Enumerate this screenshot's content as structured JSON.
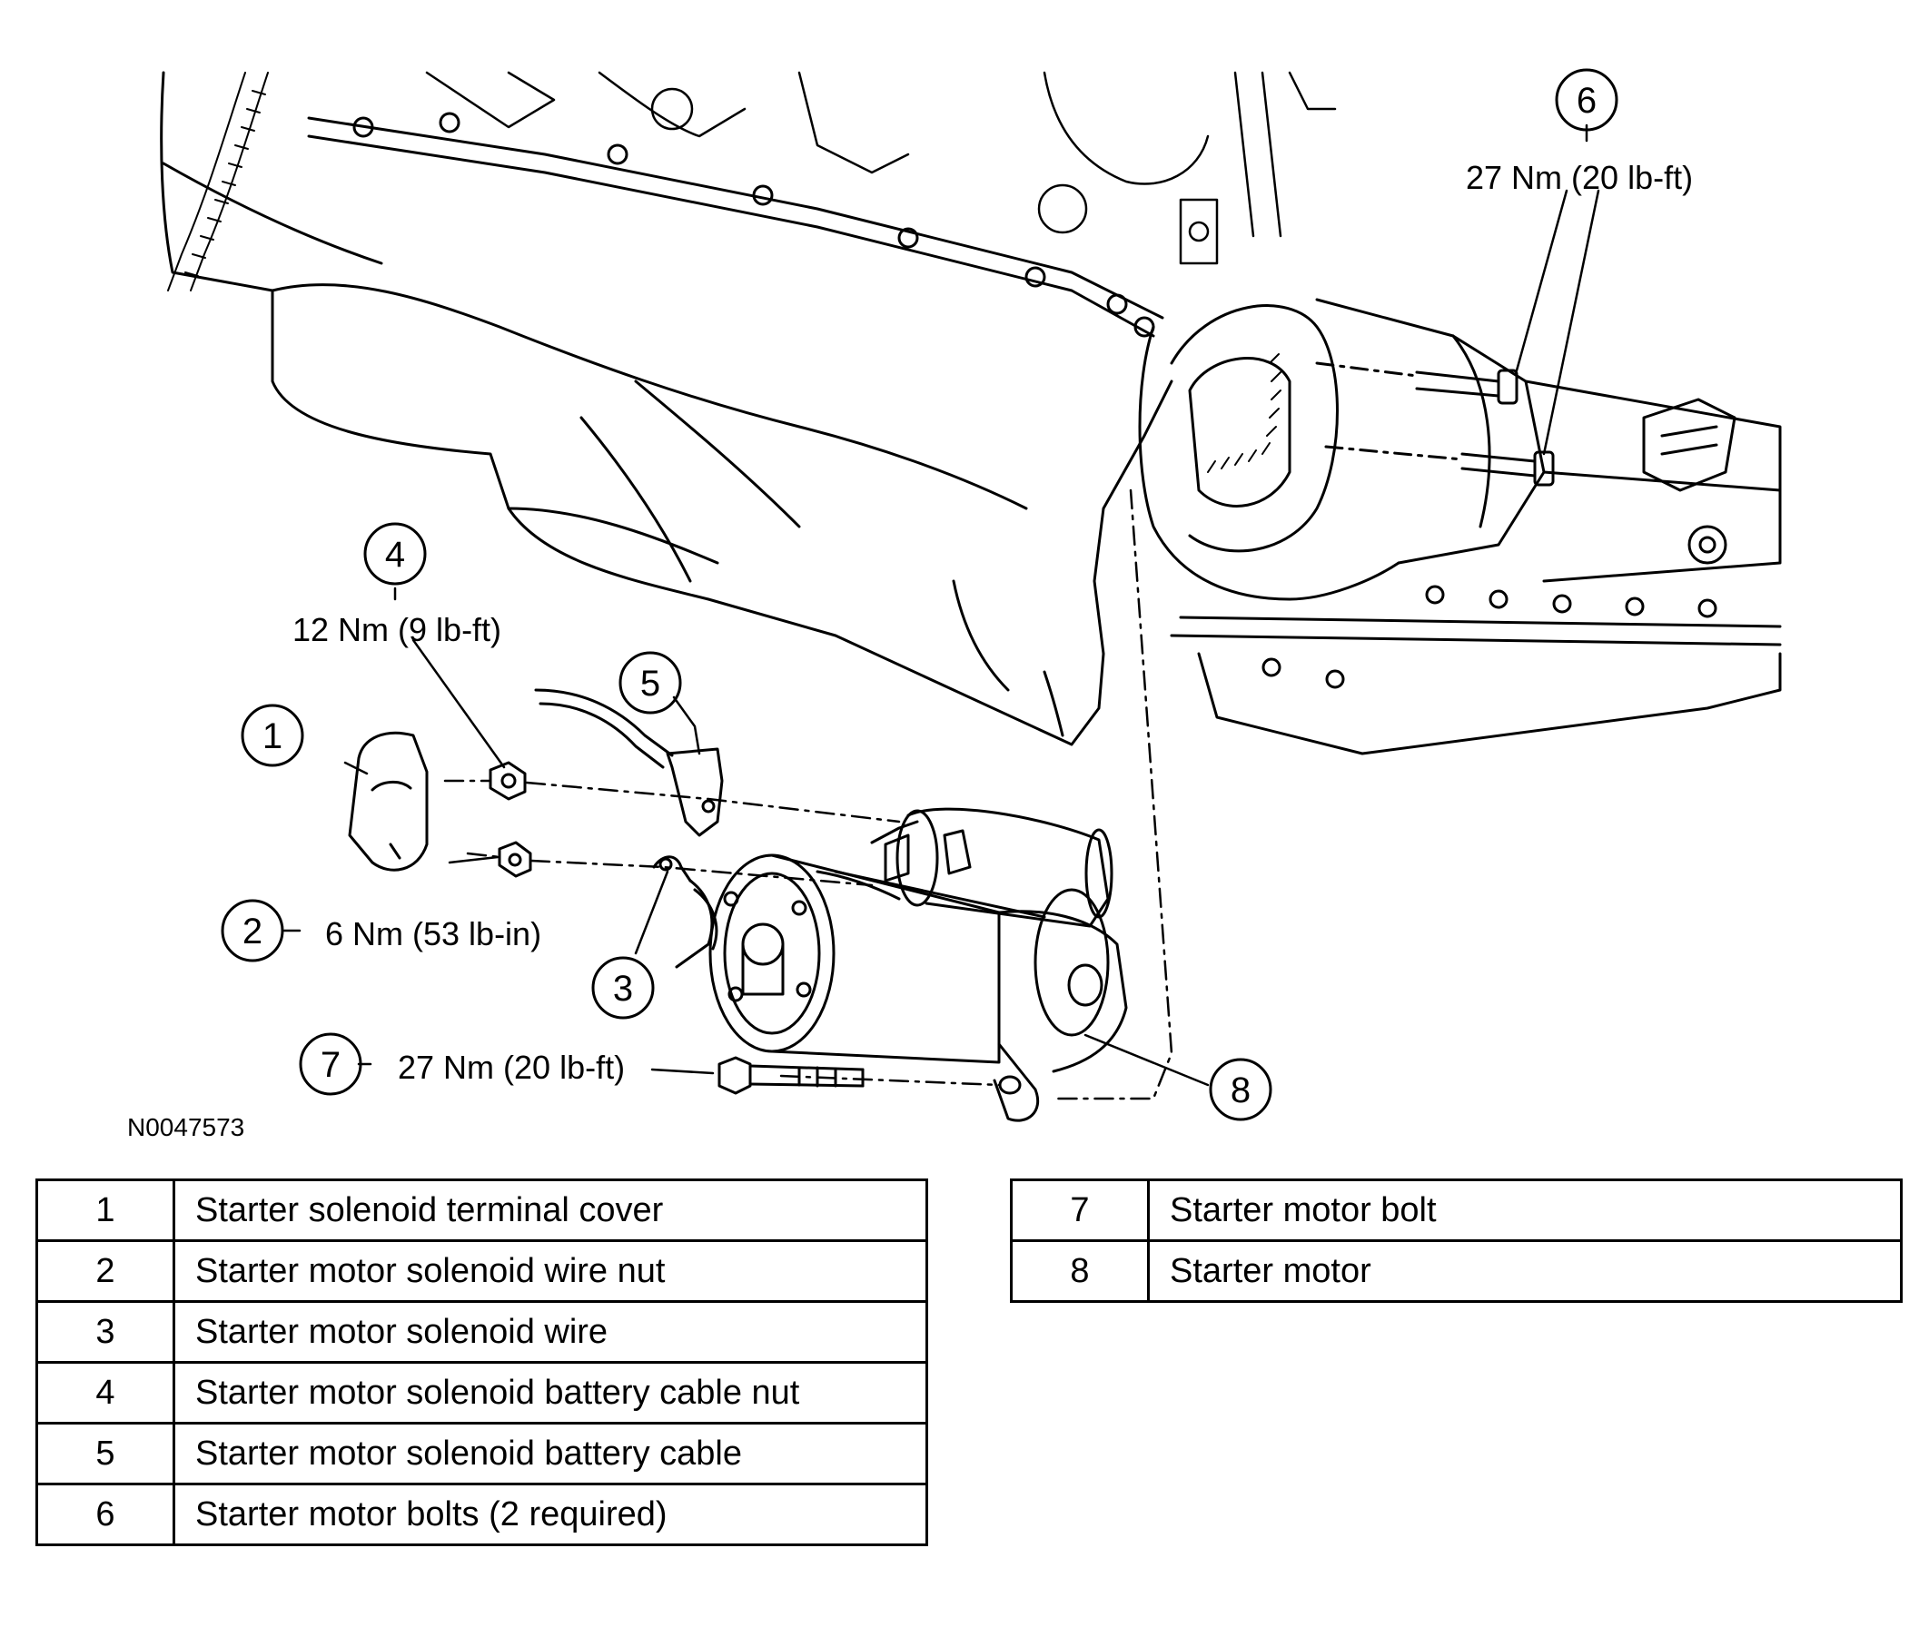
{
  "figure_id": "N0047573",
  "callouts": [
    {
      "num": "1",
      "torque": ""
    },
    {
      "num": "2",
      "torque": "6 Nm (53 lb-in)"
    },
    {
      "num": "3",
      "torque": ""
    },
    {
      "num": "4",
      "torque": "12 Nm (9 lb-ft)"
    },
    {
      "num": "5",
      "torque": ""
    },
    {
      "num": "6",
      "torque": "27 Nm (20 lb-ft)"
    },
    {
      "num": "7",
      "torque": "27 Nm (20 lb-ft)"
    },
    {
      "num": "8",
      "torque": ""
    }
  ],
  "legend": [
    {
      "num": "1",
      "desc": "Starter solenoid terminal cover"
    },
    {
      "num": "2",
      "desc": "Starter motor solenoid wire nut"
    },
    {
      "num": "3",
      "desc": "Starter motor solenoid wire"
    },
    {
      "num": "4",
      "desc": "Starter motor solenoid battery cable nut"
    },
    {
      "num": "5",
      "desc": "Starter motor solenoid battery cable"
    },
    {
      "num": "6",
      "desc": "Starter motor bolts (2 required)"
    },
    {
      "num": "7",
      "desc": "Starter motor bolt"
    },
    {
      "num": "8",
      "desc": "Starter motor"
    }
  ]
}
